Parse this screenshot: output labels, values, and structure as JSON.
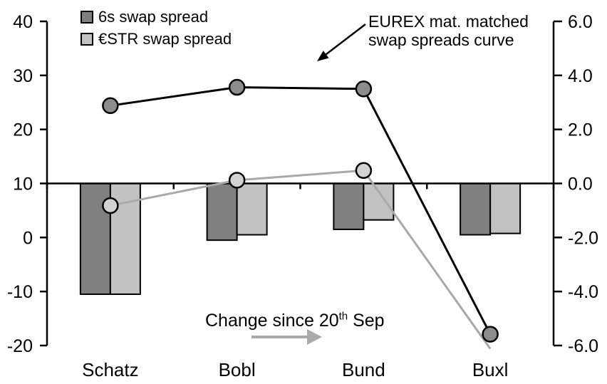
{
  "legend": {
    "items": [
      {
        "label": "6s swap spread",
        "swatch_color": "#808080"
      },
      {
        "label": "€STR swap spread",
        "swatch_color": "#c2c2c2"
      }
    ]
  },
  "annotations": {
    "curve_label_line1": "EUREX mat. matched",
    "curve_label_line2": "swap spreads curve",
    "change_note": {
      "prefix": "Change since 20",
      "sup": "th",
      "suffix": " Sep"
    }
  },
  "colors": {
    "bar_dark": "#808080",
    "bar_light": "#c2c2c2",
    "line_black": "#000000",
    "line_gray": "#a9a9a9",
    "marker_dark_fill": "#8c8c8c",
    "marker_light_fill": "#d2d2d2",
    "axis": "#000000",
    "text": "#000000",
    "arrow_gray": "#a9a9a9"
  },
  "chart_data": {
    "type": "combo-bar-line",
    "title": "",
    "categories": [
      "Schatz",
      "Bobl",
      "Bund",
      "Buxl"
    ],
    "left_axis": {
      "min": -20,
      "max": 40,
      "tick_labels": [
        "40",
        "30",
        "20",
        "10",
        "0",
        "-10",
        "-20"
      ],
      "tick_values": [
        40,
        30,
        20,
        10,
        0,
        -10,
        -20
      ]
    },
    "right_axis": {
      "min": -6,
      "max": 6,
      "tick_labels": [
        "6.0",
        "4.0",
        "2.0",
        "0.0",
        "-2.0",
        "-4.0",
        "-6.0"
      ],
      "tick_values": [
        6,
        4,
        2,
        0,
        -2,
        -4,
        -6
      ]
    },
    "bar_baseline_right_value": 0,
    "bar_series": [
      {
        "name": "6s swap spread change since 20th Sep",
        "axis": "right",
        "color_key": "bar_dark",
        "values": [
          -4.1,
          -2.1,
          -1.7,
          -1.9
        ]
      },
      {
        "name": "€STR swap spread change since 20th Sep",
        "axis": "right",
        "color_key": "bar_light",
        "values": [
          -4.1,
          -1.9,
          -1.35,
          -1.85
        ]
      }
    ],
    "line_series": [
      {
        "name": "€STR swap spread level (EUREX mat. matched)",
        "axis": "left",
        "line_color_key": "line_gray",
        "marker_fill_key": "marker_light_fill",
        "values": [
          5.9,
          10.6,
          12.4,
          -20.6
        ],
        "markers": [
          true,
          true,
          true,
          false
        ]
      },
      {
        "name": "6s swap spread level (EUREX mat. matched)",
        "axis": "left",
        "line_color_key": "line_black",
        "marker_fill_key": "marker_dark_fill",
        "values": [
          24.4,
          27.8,
          27.5,
          -17.9
        ],
        "markers": [
          true,
          true,
          true,
          true
        ]
      }
    ],
    "legend_position": "top-left",
    "grid": false
  }
}
